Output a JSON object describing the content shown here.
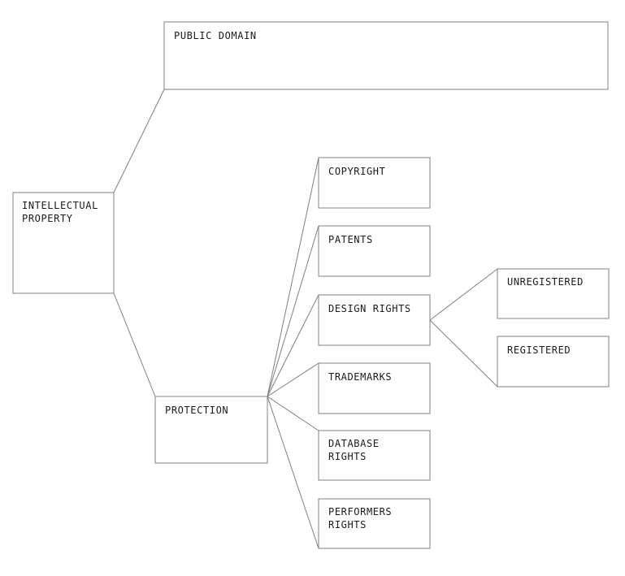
{
  "colors": {
    "line": "#808080",
    "text": "#1a1a1a",
    "background": "#ffffff"
  },
  "nodes": {
    "public_domain": {
      "lines": [
        "PUBLIC DOMAIN"
      ]
    },
    "intellectual_property": {
      "lines": [
        "INTELLECTUAL",
        "PROPERTY"
      ]
    },
    "protection": {
      "lines": [
        "PROTECTION"
      ]
    },
    "copyright": {
      "lines": [
        "COPYRIGHT"
      ]
    },
    "patents": {
      "lines": [
        "PATENTS"
      ]
    },
    "design_rights": {
      "lines": [
        "DESIGN RIGHTS"
      ]
    },
    "trademarks": {
      "lines": [
        "TRADEMARKS"
      ]
    },
    "database_rights": {
      "lines": [
        "DATABASE",
        "RIGHTS"
      ]
    },
    "performers_rights": {
      "lines": [
        "PERFORMERS",
        "RIGHTS"
      ]
    },
    "unregistered": {
      "lines": [
        "UNREGISTERED"
      ]
    },
    "registered": {
      "lines": [
        "REGISTERED"
      ]
    }
  }
}
